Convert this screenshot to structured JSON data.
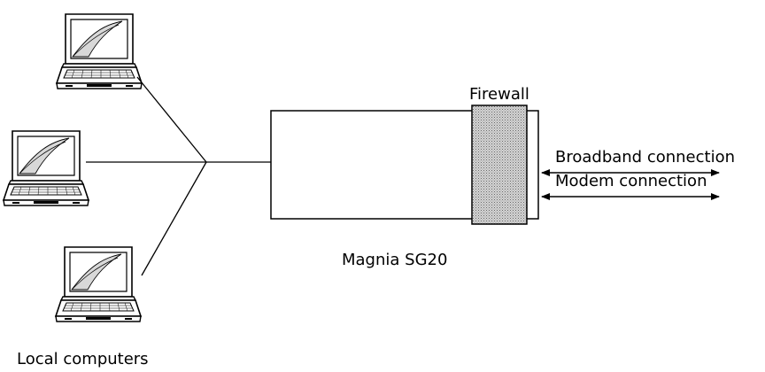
{
  "labels": {
    "firewall": "Firewall",
    "broadband": "Broadband connection",
    "modem": "Modem connection",
    "device": "Magnia SG20",
    "computers": "Local computers"
  },
  "nodes": {
    "computers": [
      "laptop",
      "laptop",
      "laptop"
    ],
    "device_icon": "router-box",
    "firewall_icon": "firewall-block"
  },
  "colors": {
    "line": "#000000",
    "firewall_fill": "#b8b8b8",
    "laptop_screen": "#ffffff",
    "laptop_body": "#ffffff"
  }
}
